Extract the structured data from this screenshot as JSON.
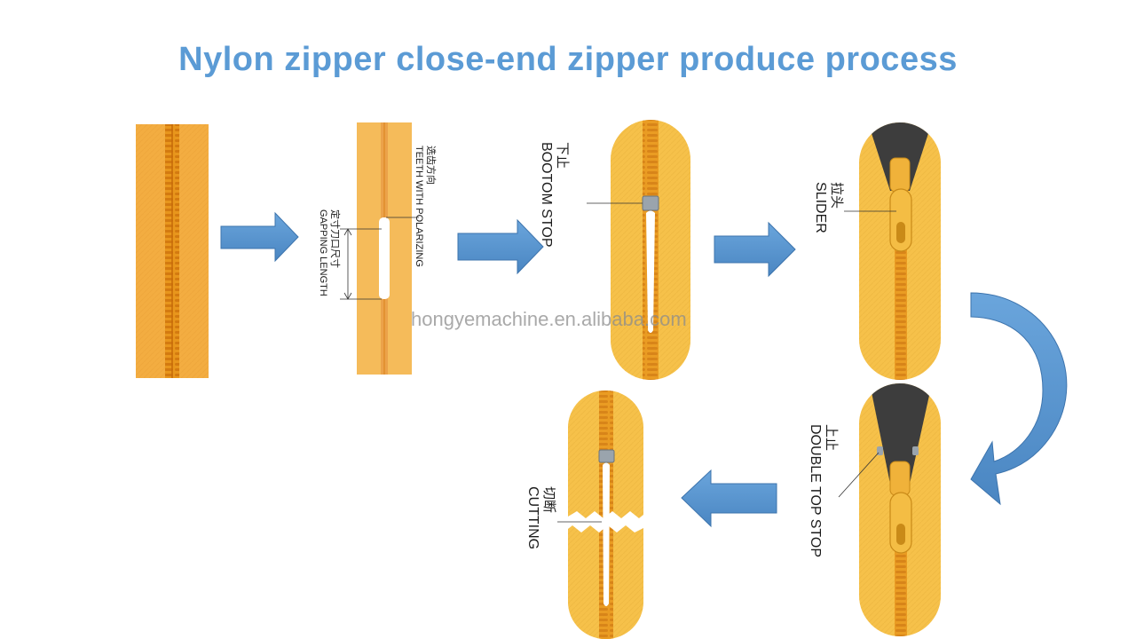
{
  "title": "Nylon zipper close-end zipper produce process",
  "watermark": "hongyemachine.en.alibaba.com",
  "steps": {
    "gapping": {
      "teeth_zh": "选齿方向",
      "teeth_en": "TEETH WITH POLARIZING",
      "length_zh": "定寸刀口尺寸",
      "length_en": "GAPPING LENGTH"
    },
    "bottom_stop": {
      "zh": "下止",
      "en": "BOOTOM STOP"
    },
    "slider": {
      "zh": "拉头",
      "en": "SLIDER"
    },
    "top_stop": {
      "zh": "上止",
      "en": "DOUBLE TOP STOP"
    },
    "cutting": {
      "zh": "切断",
      "en": "CUTTING"
    }
  },
  "colors": {
    "title": "#5b9bd5",
    "arrow": "#5b9bd5",
    "tape_dark": "#f0a030",
    "tape_light": "#f5c04a"
  }
}
